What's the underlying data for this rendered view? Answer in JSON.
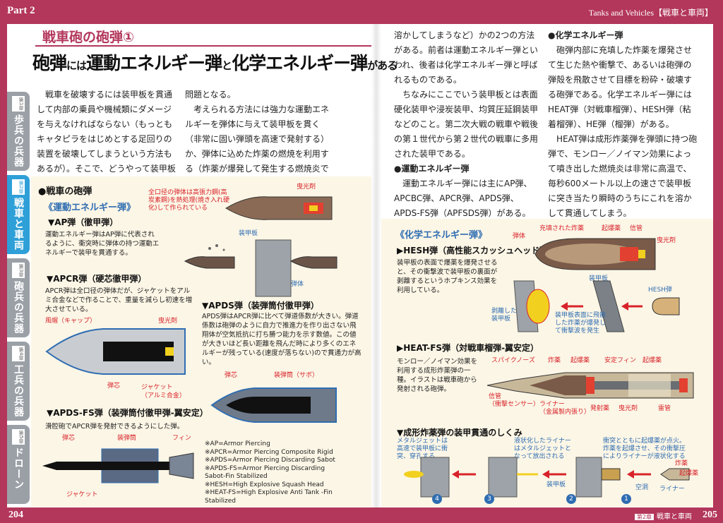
{
  "header": {
    "part": "Part 2",
    "series_title": "Tanks and Vehicles【戦車と車両】"
  },
  "footer": {
    "page_left": "204",
    "page_right": "205",
    "chapter_num": "第2章",
    "chapter_name": "戦車と車両"
  },
  "tabs": [
    {
      "num": "第1章",
      "label": "歩兵の兵器",
      "active": false
    },
    {
      "num": "第2章",
      "label": "戦車と車両",
      "active": true
    },
    {
      "num": "第3章",
      "label": "砲兵の兵器",
      "active": false
    },
    {
      "num": "第4章",
      "label": "工兵の兵器",
      "active": false
    },
    {
      "num": "第5章",
      "label": "ドローン",
      "active": false
    }
  ],
  "article": {
    "subtitle": "戦車砲の砲弾①",
    "title_a": "砲弾",
    "title_b": "には",
    "title_c": "運動エネルギー弾",
    "title_d": "と",
    "title_e": "化学エネルギー弾",
    "title_f": "がある",
    "col1": "戦車を破壊するには装甲板を貫通して内部の乗員や機械類にダメージを与えなければならない（もっともキャタピラをはじめとする足回りの装置を破壊してしまうという方法もあるが）。そこで、どうやって装甲板を貫通するかが",
    "col2a": "問題となる。",
    "col2b": "考えられる方法には強力な運動エネルギーを弾体に与えて装甲板を貫く（非常に固い弾頭を高速で発射する）か、弾体に込めた炸薬の燃焼を利用する（炸薬が爆発して発生する燃焼炎で装甲板を",
    "col3a": "溶かしてしまうなど）かの2つの方法がある。前者は運動エネルギー弾といわれ、後者は化学エネルギー弾と呼ばれるものである。",
    "col3b": "ちなみにここでいう装甲板とは表面硬化装甲や浸炭装甲、均質圧延鋼装甲などのこと。第二次大戦の戦車や戦後の第１世代から第２世代の戦車に多用された装甲である。",
    "col3_head": "●運動エネルギー弾",
    "col3c": "運動エネルギー弾には主にAP弾、APCBC弾、APCR弾、APDS弾、APDS-FS弾（APFSDS弾）がある。",
    "col4_head": "●化学エネルギー弾",
    "col4a": "砲弾内部に充填した炸薬を爆発させて生じた熱や衝撃で、あるいは砲弾の弾殻を飛散させて目標を粉砕・破壊する砲弾である。化学エネルギー弾にはHEAT弾（対戦車榴弾）、HESH弾（粘着榴弾）、HE弾（榴弾）がある。",
    "col4b": "HEAT弾は成形炸薬弾を弾頭に持つ砲弾で、モンロー／ノイマン効果によって噴き出した燃焼炎は非常に高温で、毎秒600メートル以上の速さで装甲板に突き当たり瞬時のうちにこれを溶かして貫通してしまう。"
  },
  "panel_left": {
    "heading": "●戦車の砲弾",
    "ke_heading": "《運動エネルギー弾》",
    "ap": {
      "title": "▼AP弾（徹甲弾）",
      "text": "運動エネルギー弾はAP弾に代表されるように、衝突時に弾体の持つ運動エネルギーで装甲を貫通する。",
      "label_body": "全口径の弾体は高張力鋼(高炭素鋼)を熱処理(焼き入れ硬化)して作られている",
      "label_tracer": "曳光剤",
      "label_armor": "装甲板",
      "label_shell": "弾体"
    },
    "apcr": {
      "title": "▼APCR弾（硬芯徹甲弾）",
      "text": "APCR弾は全口径の弾体だが、ジャケットをアルミ合金などで作ることで、重量を減らし初速を増大させている。",
      "label_cap": "風帽（キャップ）",
      "label_tracer": "曳光剤",
      "label_core": "弾芯",
      "label_jacket": "ジャケット",
      "label_jacket2": "（アルミ合金）"
    },
    "apds": {
      "title": "▼APDS弾（装弾筒付徹甲弾）",
      "text": "APDS弾はAPCR弾に比べて弾道係数が大きい。弾道係数は砲弾のように自力で推進力を作り出さない飛翔体が空気抵抗に打ち勝つ能力を示す数値。この値が大きいほど長い距離を飛んだ時により多くのエネルギーが残っている(速度が落ちない)ので貫通力が高い。",
      "label_core": "弾芯",
      "label_sabot": "装弾筒（サボ）"
    },
    "apfsds": {
      "title": "▼APDS-FS弾（装弾筒付徹甲弾-翼安定）",
      "text": "滑腔砲でAPCR弾を発射できるようにした弾。",
      "label_core": "弾芯",
      "label_sabot": "装弾筒",
      "label_fin": "フィン",
      "label_jacket": "ジャケット"
    },
    "notes": [
      "※AP=Armor Piercing",
      "※APCR=Armor Piercing Composite Rigid",
      "※APDS=Armor Piercing Discarding Sabot",
      "※APDS-FS=Armor Piercing  Discarding",
      "Sabot-Fin Stabilized",
      "※HESH=High Explosive Squash Head",
      "※HEAT-FS=High Explosive Anti Tank -Fin",
      "Stabilized"
    ]
  },
  "panel_right": {
    "ce_heading": "《化学エネルギー弾》",
    "hesh": {
      "title": "▶HESH弾（高性能スカッシュヘッド弾）",
      "text": "装甲板の表面で爆薬を爆発させると、その衝撃波で装甲板の裏面が剥離するというホプキンス効果を利用している。",
      "label_body": "弾体",
      "label_charge": "充填された炸薬",
      "label_fuze": "起爆薬",
      "label_det": "信管",
      "label_tracer": "曳光剤",
      "label_armor": "装甲板",
      "label_shell": "HESH弾",
      "label_spall": "剥離した",
      "label_spall2": "装甲板",
      "label_spread1": "装甲板表面に飛散",
      "label_spread2": "した炸薬が爆発し",
      "label_spread3": "て衝撃波を発生"
    },
    "heat": {
      "title": "▶HEAT-FS弾（対戦車榴弾-翼安定）",
      "text": "モンロー／ノイマン効果を利用する成形炸薬弾の一種。イラストは戦車砲から発射される砲弾。",
      "label_spike": "スパイクノーズ",
      "label_charge": "炸薬",
      "label_fuze": "起爆薬",
      "label_fin": "安定フィン",
      "label_fuze2": "起爆薬",
      "label_det": "信管",
      "label_det2": "（衝撃センサー）",
      "label_liner": "ライナー",
      "label_liner2": "（金属製内張り）",
      "label_prop": "発射薬",
      "label_tracer": "曳光剤",
      "label_primer": "雷管"
    },
    "shaped": {
      "title": "▼成形炸薬弾の装甲貫通のしくみ",
      "label1": "メタルジェットは",
      "label1b": "高速で装甲板に衝",
      "label1c": "突、穿孔する",
      "label2": "液状化したライナー",
      "label2b": "はメタルジェットと",
      "label2c": "なって放出される",
      "label3": "衝突とともに起爆薬が点火。",
      "label3b": "炸薬を起爆させ、その衝撃圧",
      "label3c": "によりライナーが液状化する",
      "label_charge": "炸薬",
      "label_fuze": "起爆薬",
      "label_void": "空洞",
      "label_liner": "ライナー",
      "label_armor": "装甲板",
      "steps": [
        "4",
        "3",
        "2",
        "1"
      ]
    }
  },
  "colors": {
    "accent": "#b3365b",
    "tab_active": "#2f9fd8",
    "panel": "#fcf6e6",
    "label_red": "#d8232a",
    "label_blue": "#2f6db2"
  }
}
